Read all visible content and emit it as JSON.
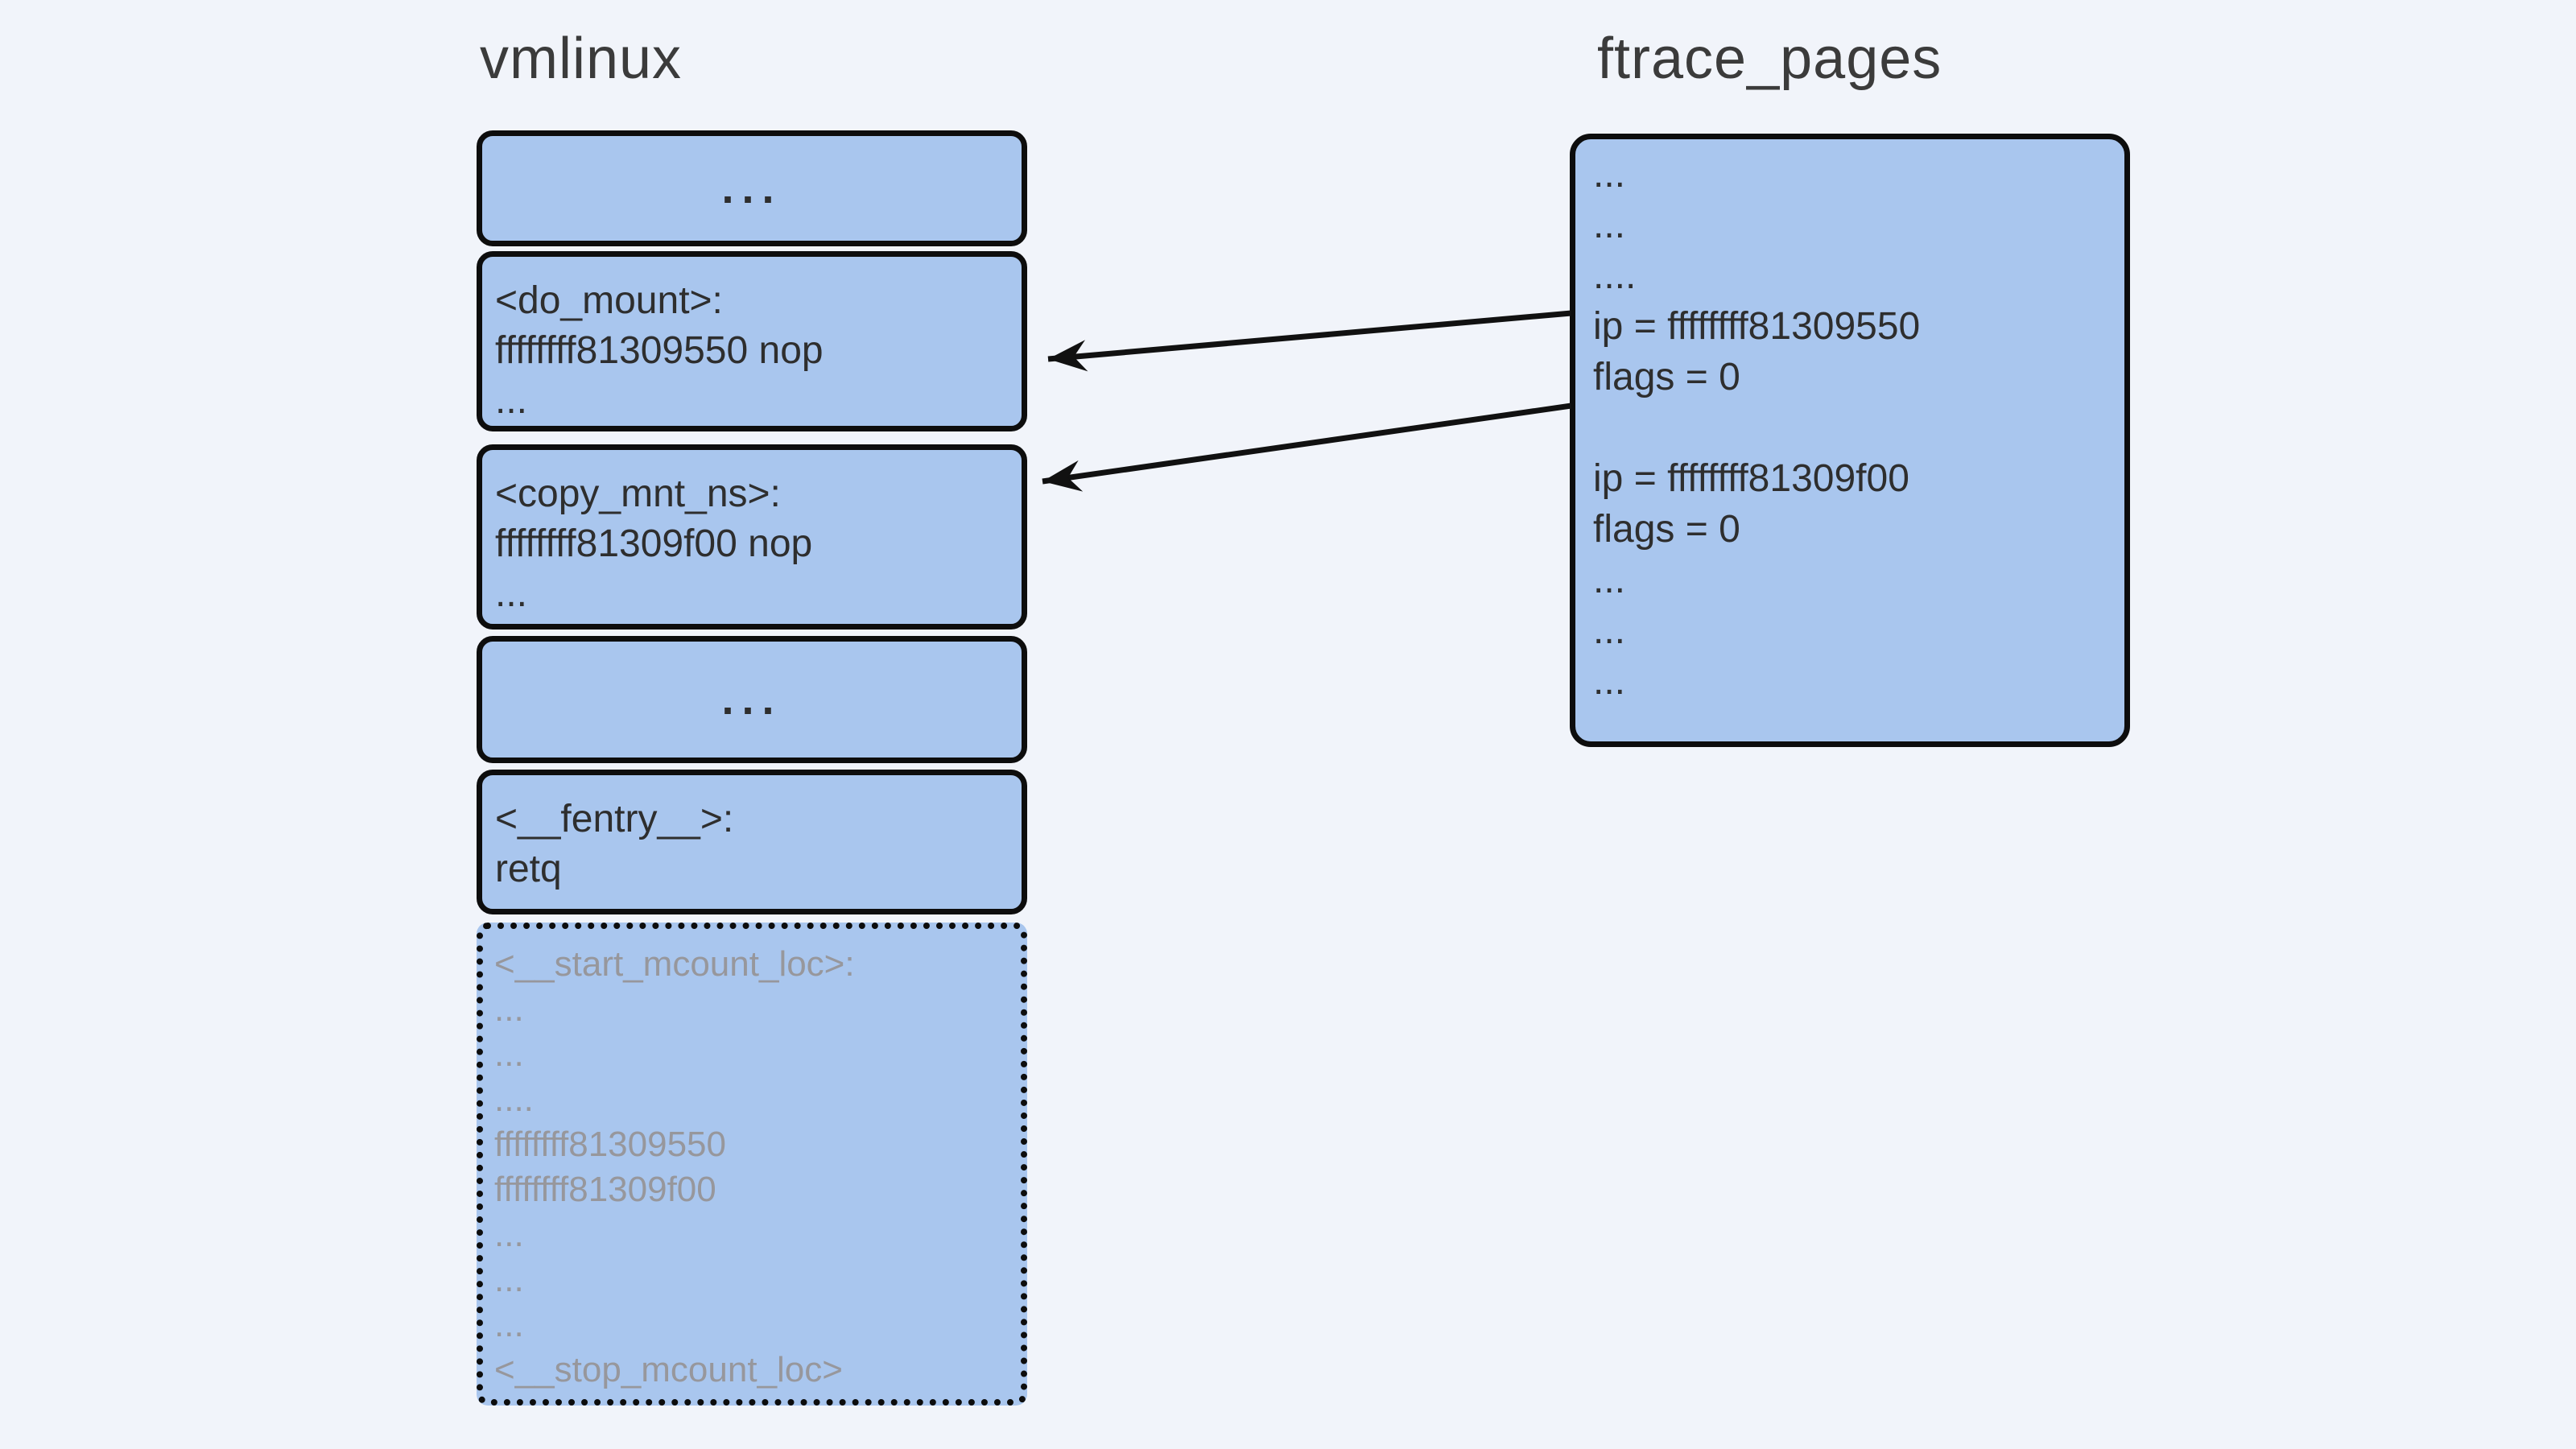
{
  "colors": {
    "background": "#f1f4fa",
    "box_fill": "#a9c6ee",
    "box_border": "#0d0d0d",
    "text_dark": "#2e2e2e",
    "text_muted": "#97979c",
    "title_text": "#3b3b3b",
    "arrow": "#111111"
  },
  "vmlinux": {
    "title": "vmlinux",
    "boxes": [
      {
        "name": "ellipsis-top",
        "lines": [
          "..."
        ]
      },
      {
        "name": "do-mount",
        "lines": [
          "<do_mount>:",
          "ffffffff81309550 nop",
          "..."
        ]
      },
      {
        "name": "copy-mnt-ns",
        "lines": [
          "<copy_mnt_ns>:",
          "ffffffff81309f00 nop",
          "..."
        ]
      },
      {
        "name": "ellipsis-middle",
        "lines": [
          "..."
        ]
      },
      {
        "name": "fentry",
        "lines": [
          "<__fentry__>:",
          "retq"
        ]
      },
      {
        "name": "mcount-loc",
        "lines": [
          "<__start_mcount_loc>:",
          "...",
          "...",
          "....",
          "ffffffff81309550",
          "ffffffff81309f00",
          "...",
          "...",
          "...",
          "<__stop_mcount_loc>"
        ]
      }
    ]
  },
  "ftrace_pages": {
    "title": "ftrace_pages",
    "lines": [
      "...",
      "...",
      "....",
      "ip = ffffffff81309550",
      "flags = 0",
      "",
      "ip = ffffffff81309f00",
      "flags = 0",
      "...",
      "...",
      "..."
    ]
  }
}
